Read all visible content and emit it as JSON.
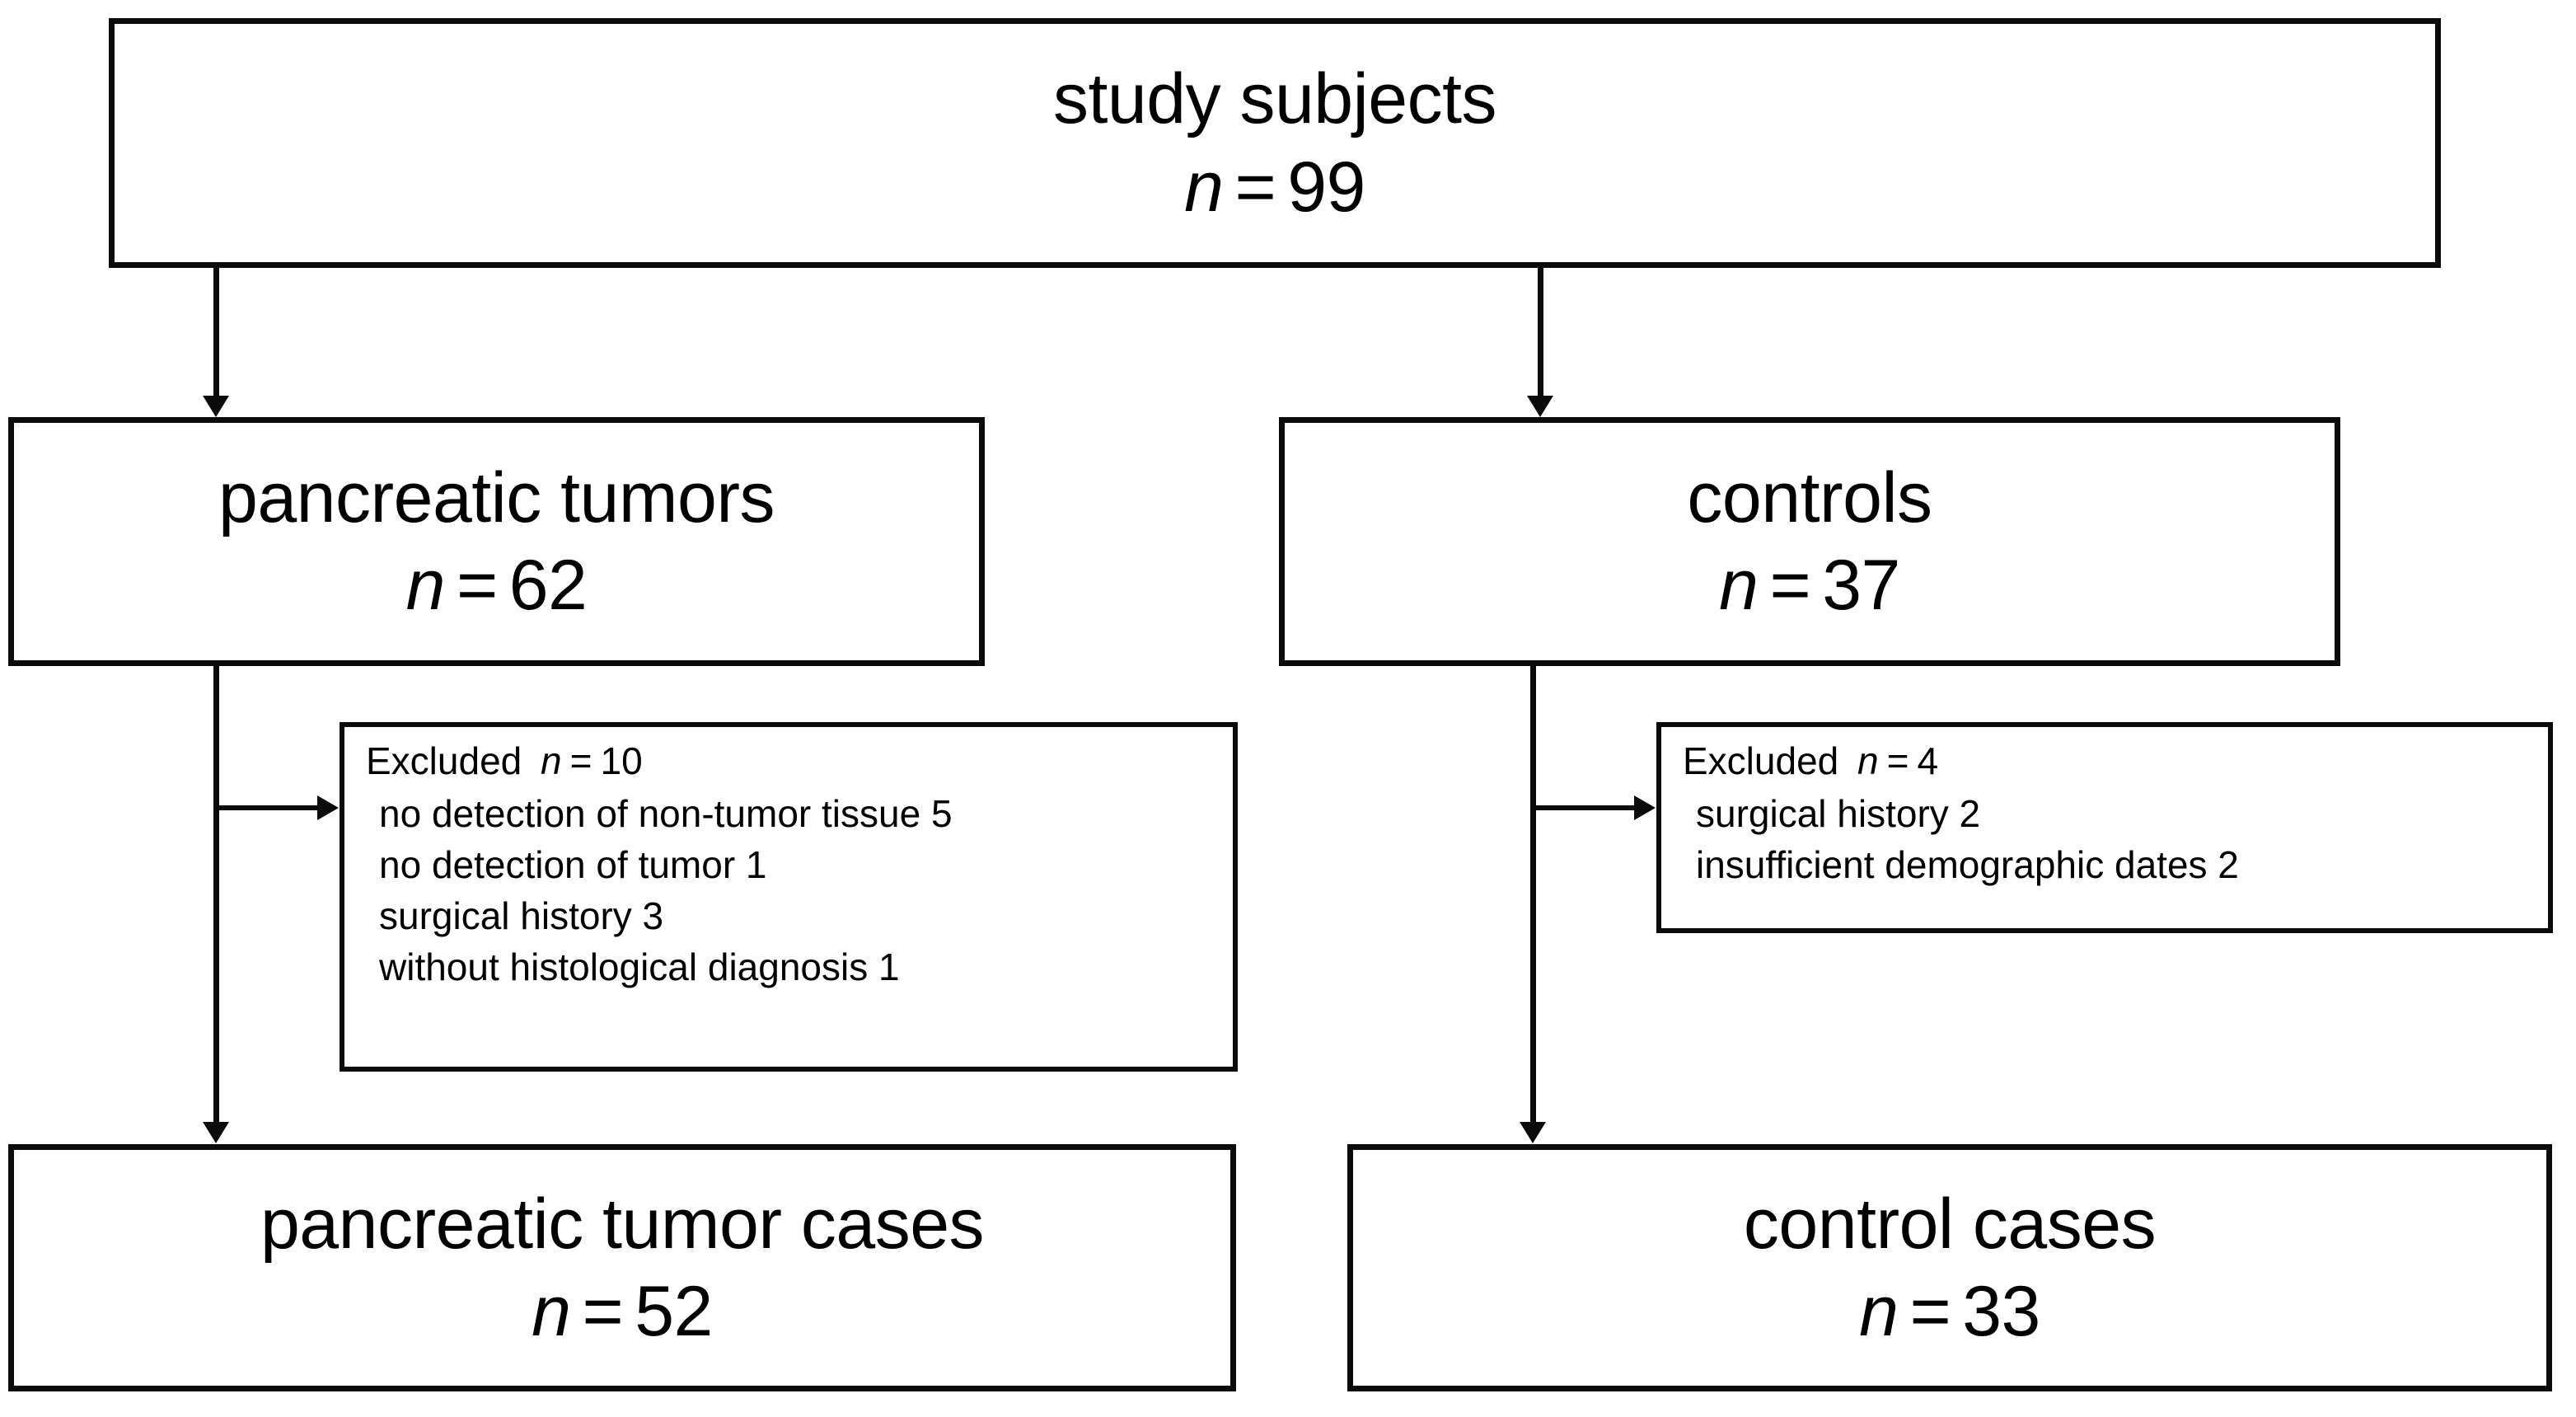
{
  "diagram": {
    "type": "flowchart",
    "title": "study subject selection flow",
    "nodes": {
      "root": {
        "label": "study subjects",
        "count_prefix": "n",
        "count_eq": "=",
        "count_value": "99"
      },
      "tumors": {
        "label": "pancreatic tumors",
        "count_prefix": "n",
        "count_eq": "=",
        "count_value": "62"
      },
      "controls": {
        "label": "controls",
        "count_prefix": "n",
        "count_eq": "=",
        "count_value": "37"
      },
      "tumor_cases": {
        "label": "pancreatic tumor cases",
        "count_prefix": "n",
        "count_eq": "=",
        "count_value": "52"
      },
      "control_cases": {
        "label": "control cases",
        "count_prefix": "n",
        "count_eq": "=",
        "count_value": "33"
      },
      "excluded_tumors": {
        "head_label": "Excluded",
        "head_prefix": "n",
        "head_eq": "=",
        "head_value": "10",
        "reasons": [
          "no detection of non-tumor tissue 5",
          "no detection of tumor 1",
          "surgical history 3",
          "without histological diagnosis 1"
        ]
      },
      "excluded_controls": {
        "head_label": "Excluded",
        "head_prefix": "n",
        "head_eq": "=",
        "head_value": "4",
        "reasons": [
          "surgical history 2",
          "insufficient demographic dates 2"
        ]
      }
    },
    "colors": {
      "stroke": "#0b0b0b",
      "fill": "#ffffff",
      "text": "#000000"
    }
  }
}
